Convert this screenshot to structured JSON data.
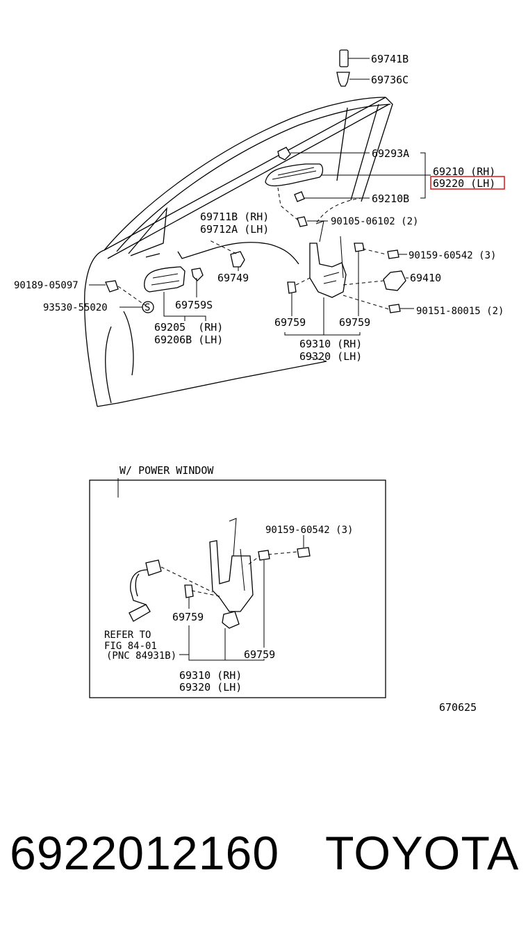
{
  "labels": {
    "p69741b": "69741B",
    "p69736c": "69736C",
    "p69293a": "69293A",
    "p69210rh": "69210 (RH)",
    "p69220lh": "69220 (LH)",
    "p69210b": "69210B",
    "p90105": "90105-06102 (2)",
    "p69711b": "69711B (RH)",
    "p69712a": "69712A (LH)",
    "p90159": "90159-60542 (3)",
    "p69749": "69749",
    "p69410": "69410",
    "p90189": "90189-05097",
    "p69759s": "69759S",
    "p93530": "93530-55020",
    "p90151": "90151-80015 (2)",
    "p69205": "69205  (RH)",
    "p69206b": "69206B (LH)",
    "p69759a": "69759",
    "p69759b": "69759",
    "p69310": "69310 (RH)",
    "p69320": "69320 (LH)",
    "inset_title": "W/ POWER WINDOW",
    "inset_90159": "90159-60542 (3)",
    "inset_refer1": "REFER TO",
    "inset_refer2": "FIG 84-01",
    "inset_refer3": "(PNC 84931B)",
    "inset_69759a": "69759",
    "inset_69759b": "69759",
    "inset_69310": "69310 (RH)",
    "inset_69320": "69320 (LH)",
    "fig_no": "670625"
  },
  "highlight_part": "69220 (LH)",
  "highlight_color": "#e02020",
  "footer": {
    "part_number": "6922012160",
    "brand": "TOYOTA"
  }
}
